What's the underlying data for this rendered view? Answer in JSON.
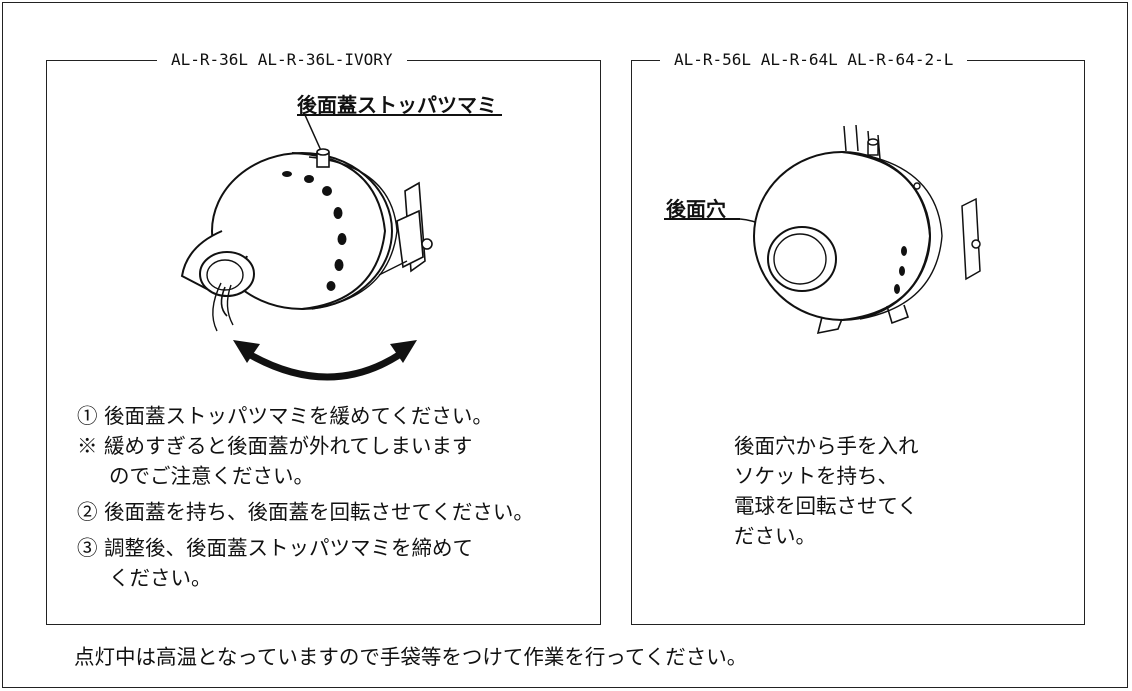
{
  "left_panel": {
    "legend": "AL-R-36L  AL-R-36L-IVORY",
    "callout": "後面蓋ストッパツマミ",
    "steps": [
      "① 後面蓋ストッパツマミを緩めてください。",
      "※ 緩めすぎると後面蓋が外れてしまいます",
      "のでご注意ください。",
      "② 後面蓋を持ち、後面蓋を回転させてください。",
      "③ 調整後、後面蓋ストッパツマミを締めて",
      "ください。"
    ]
  },
  "right_panel": {
    "legend": "AL-R-56L  AL-R-64L  AL-R-64-2-L",
    "callout": "後面穴",
    "lines": [
      "後面穴から手を入れ",
      "ソケットを持ち、",
      "電球を回転させてく",
      "ださい。"
    ]
  },
  "footer": "点灯中は高温となっていますので手袋等をつけて作業を行ってください。"
}
